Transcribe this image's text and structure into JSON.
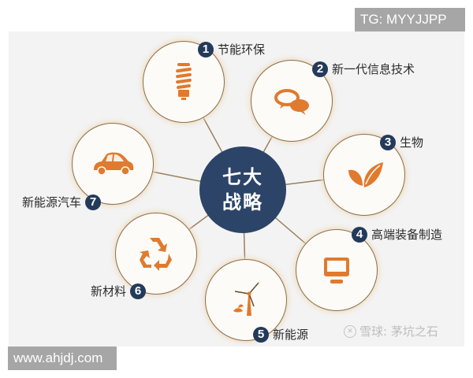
{
  "watermarks": {
    "top_right": "TG: MYYJJPP",
    "bottom_left": "www.ahjdj.com",
    "xueqiu": "雪球: 茅坑之石"
  },
  "hub": {
    "line1": "七大",
    "line2": "战略",
    "color": "#2c4467"
  },
  "colors": {
    "icon_orange": "#e07a2e",
    "node_border": "#8a6e4c",
    "badge": "#243a5a",
    "panel_bg": "#f3f3f3"
  },
  "nodes": [
    {
      "number": "1",
      "label": "节能环保",
      "icon": "light-bulb-icon"
    },
    {
      "number": "2",
      "label": "新一代信息技术",
      "icon": "chat-bubbles-icon"
    },
    {
      "number": "3",
      "label": "生物",
      "icon": "leaves-icon"
    },
    {
      "number": "4",
      "label": "高端装备制造",
      "icon": "monitor-icon"
    },
    {
      "number": "5",
      "label": "新能源",
      "icon": "wind-turbine-icon"
    },
    {
      "number": "6",
      "label": "新材料",
      "icon": "recycle-icon"
    },
    {
      "number": "7",
      "label": "新能源汽车",
      "icon": "car-icon"
    }
  ]
}
